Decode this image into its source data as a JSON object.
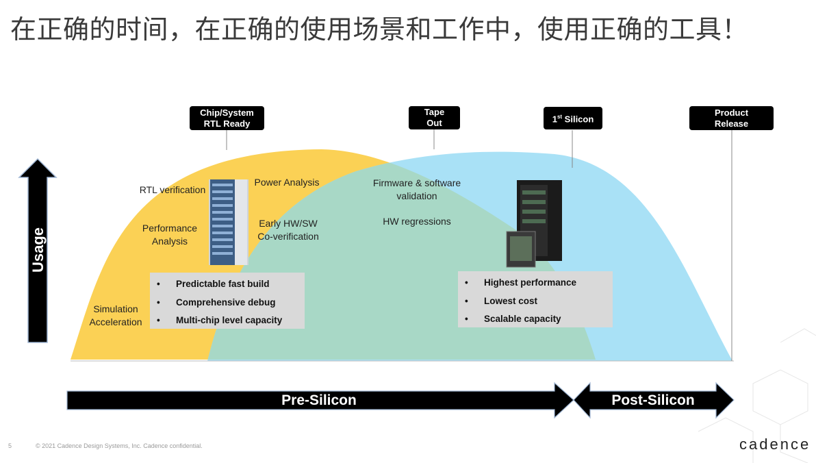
{
  "title": "在正确的时间，在正确的使用场景和工作中，使用正确的工具！",
  "axis": {
    "usage_label": "Usage"
  },
  "milestones": [
    {
      "line1": "Chip/System",
      "line2": "RTL Ready"
    },
    {
      "line1": "Tape",
      "line2": "Out"
    },
    {
      "line1": "1",
      "sup": "st",
      "line2": " Silicon"
    },
    {
      "line1": "Product",
      "line2": "Release"
    }
  ],
  "labels": {
    "rtl_verification": "RTL verification",
    "performance_analysis_1": "Performance",
    "performance_analysis_2": "Analysis",
    "simulation_acceleration_1": "Simulation",
    "simulation_acceleration_2": "Acceleration",
    "power_analysis": "Power Analysis",
    "early_hwsw_1": "Early HW/SW",
    "early_hwsw_2": "Co-verification",
    "firmware_1": "Firmware & software",
    "firmware_2": "validation",
    "hw_regressions": "HW regressions"
  },
  "left_box": {
    "items": [
      "Predictable fast build",
      "Comprehensive debug",
      "Multi-chip level capacity"
    ]
  },
  "right_box": {
    "items": [
      "Highest performance",
      "Lowest cost",
      "Scalable capacity"
    ]
  },
  "phases": {
    "pre": "Pre-Silicon",
    "post": "Post-Silicon"
  },
  "footer": {
    "page_number": "5",
    "copyright": "© 2021 Cadence Design Systems, Inc. Cadence confidential."
  },
  "logo": {
    "text": "cadence"
  },
  "colors": {
    "yellow_curve": "#fbd155",
    "blue_curve": "#a9e1f6",
    "overlap": "#a8d8c6",
    "box_bg": "#d9d9d9",
    "arrow": "#000000"
  }
}
